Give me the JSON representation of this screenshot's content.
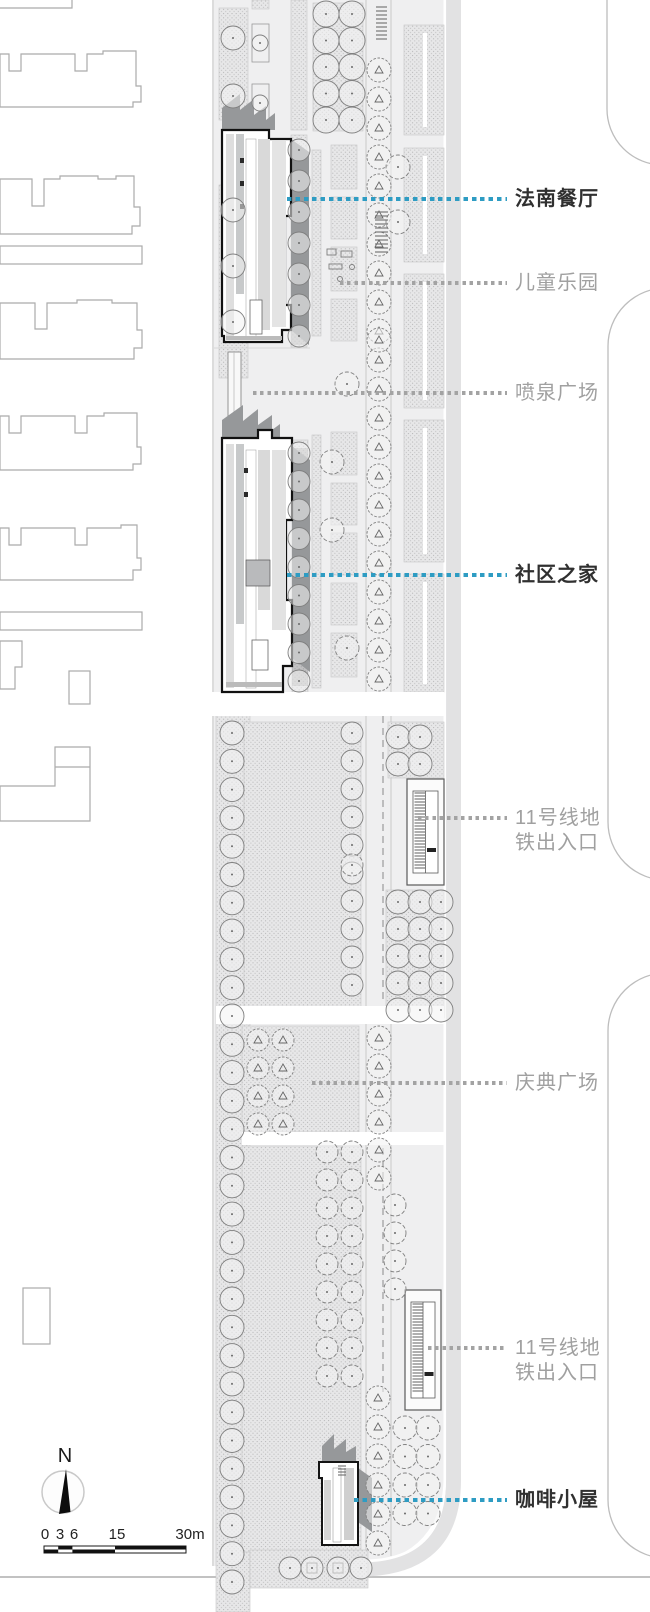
{
  "labels": [
    {
      "text": "法南餐厅",
      "style": "highlight"
    },
    {
      "text": "儿童乐园",
      "style": "muted"
    },
    {
      "text": "喷泉广场",
      "style": "muted"
    },
    {
      "text": "社区之家",
      "style": "highlight"
    },
    {
      "text": "11号线地\n铁出入口",
      "style": "muted"
    },
    {
      "text": "庆典广场",
      "style": "muted"
    },
    {
      "text": "11号线地\n铁出入口",
      "style": "muted"
    },
    {
      "text": "咖啡小屋",
      "style": "highlight"
    }
  ],
  "compass": {
    "label": "N"
  },
  "scale_bar": {
    "ticks": [
      "0",
      "3",
      "6",
      "15",
      "30m"
    ],
    "units_m": [
      0,
      3,
      6,
      15,
      30
    ]
  },
  "colors": {
    "leader_highlight": "#2e9cc3",
    "leader_muted": "#a3a3a3",
    "label_highlight": "#303030",
    "label_muted": "#a0a0a0",
    "site_background": "#efeff0",
    "building_outline": "#111111",
    "building_shadow": "#96989a"
  }
}
